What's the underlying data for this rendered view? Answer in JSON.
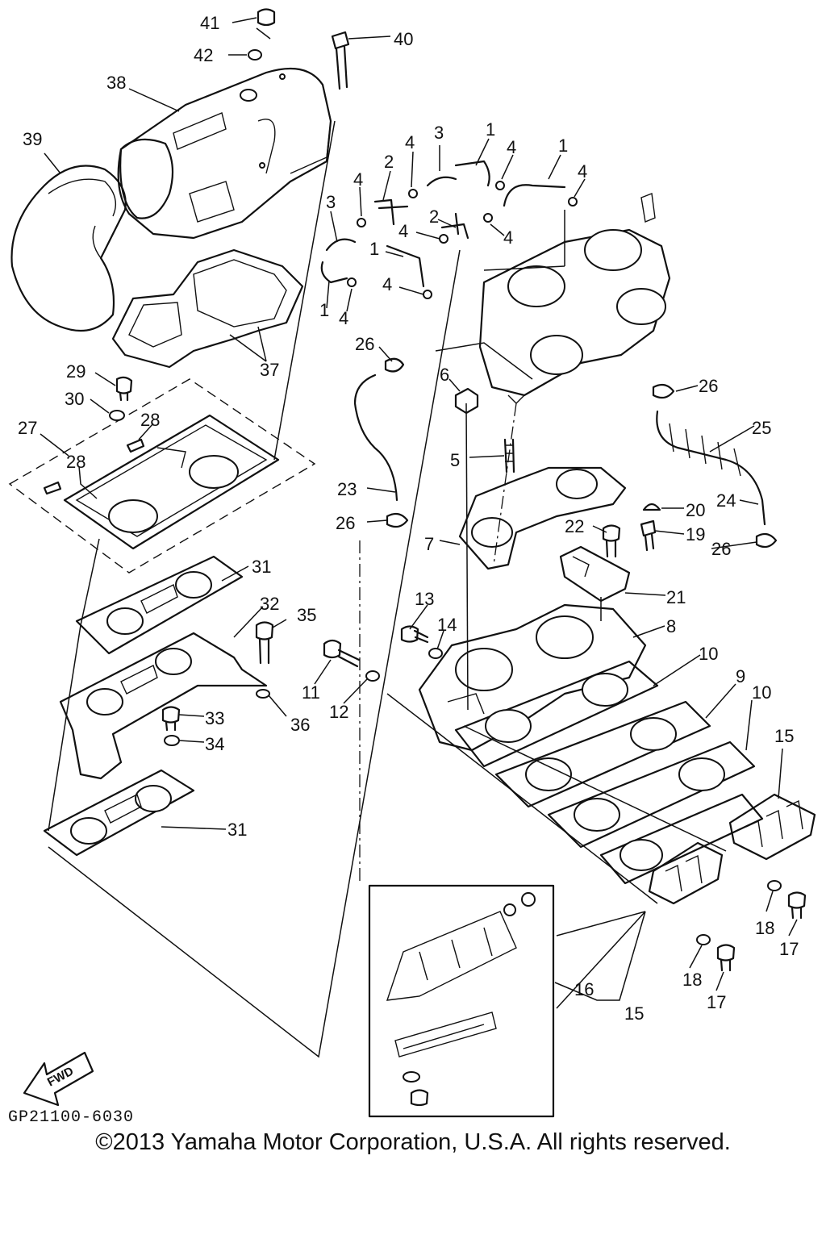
{
  "diagram": {
    "code": "GP21100-6030",
    "fwd_label": "FWD",
    "copyright": "©2013 Yamaha Motor Corporation, U.S.A. All rights reserved.",
    "callouts": {
      "c41": "41",
      "c40": "40",
      "c42": "42",
      "c38": "38",
      "c39": "39",
      "c3a": "3",
      "c1a": "1",
      "c4a": "4",
      "c4b": "4",
      "c1b": "1",
      "c4c": "4",
      "c2a": "2",
      "c4d": "4",
      "c3b": "3",
      "c2b": "2",
      "c4e": "4",
      "c4f": "4",
      "c1c": "1",
      "c4g": "4",
      "c1d": "1",
      "c4h": "4",
      "c37": "37",
      "c26a": "26",
      "c29": "29",
      "c30": "30",
      "c28a": "28",
      "c27": "27",
      "c28b": "28",
      "c6": "6",
      "c26b": "26",
      "c25": "25",
      "c5": "5",
      "c23": "23",
      "c26c": "26",
      "c20": "20",
      "c24": "24",
      "c22": "22",
      "c19": "19",
      "c7": "7",
      "c26d": "26",
      "c31a": "31",
      "c21": "21",
      "c32": "32",
      "c35": "35",
      "c13": "13",
      "c14": "14",
      "c8": "8",
      "c10a": "10",
      "c11": "11",
      "c12": "12",
      "c36": "36",
      "c9": "9",
      "c10b": "10",
      "c33": "33",
      "c34": "34",
      "c15a": "15",
      "c31b": "31",
      "c18a": "18",
      "c17a": "17",
      "c16": "16",
      "c15b": "15",
      "c18b": "18",
      "c17b": "17"
    }
  }
}
